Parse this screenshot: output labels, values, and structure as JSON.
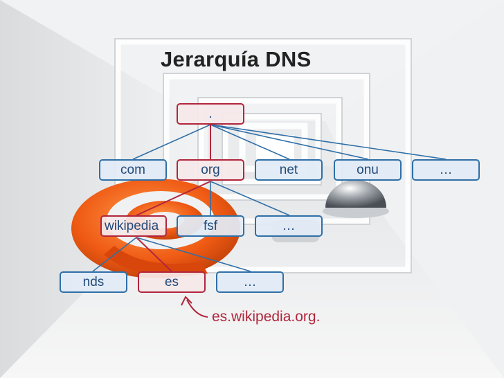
{
  "title": "Jerarquía DNS",
  "levels": {
    "root": {
      "label": "."
    },
    "tld": [
      {
        "label": "com"
      },
      {
        "label": "org"
      },
      {
        "label": "net"
      },
      {
        "label": "onu"
      },
      {
        "label": "…"
      }
    ],
    "second": [
      {
        "label": "wikipedia"
      },
      {
        "label": "fsf"
      },
      {
        "label": "…"
      }
    ],
    "third": [
      {
        "label": "nds"
      },
      {
        "label": "es"
      },
      {
        "label": "…"
      }
    ]
  },
  "annotation": "es.wikipedia.org.",
  "colors": {
    "path": "#b1263c",
    "node": "#2f6fa7"
  }
}
